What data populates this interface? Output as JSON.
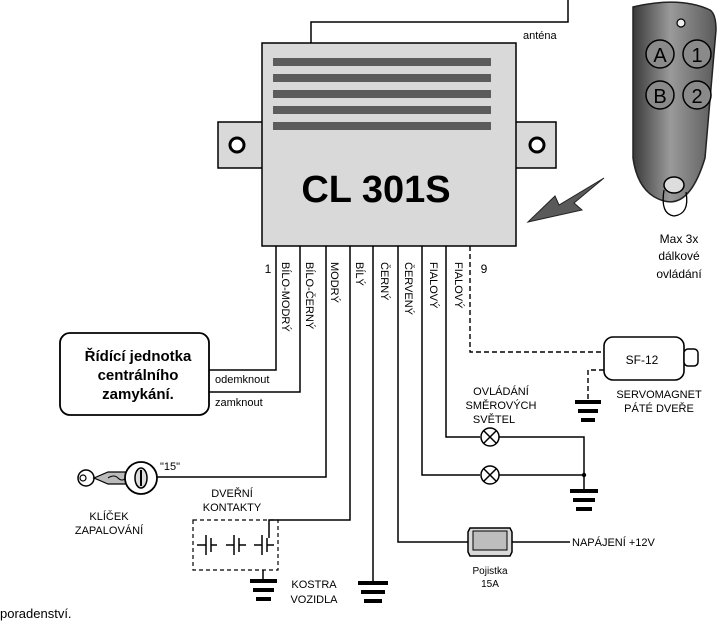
{
  "antenna": "anténa",
  "unit": {
    "name": "CL 301S"
  },
  "pins": {
    "first": "1",
    "last": "9"
  },
  "wires": [
    "BÍLO-MODRÝ",
    "BÍLO-ČERNÝ",
    "MODRÝ",
    "BÍLÝ",
    "ČERNÝ",
    "ČERVENÝ",
    "FIALOVÝ",
    "FIALOVÝ"
  ],
  "remote": {
    "buttons": [
      "A",
      "1",
      "B",
      "2"
    ],
    "caption": [
      "Max 3x",
      "dálkové",
      "ovládání"
    ]
  },
  "central_unit": [
    "Řídící jednotka",
    "centrálního",
    "zamykání."
  ],
  "unlock": "odemknout",
  "lock": "zamknout",
  "ignition": {
    "terminal": "\"15\"",
    "label": [
      "KLÍČEK",
      "ZAPALOVÁNÍ"
    ]
  },
  "door_contacts": [
    "DVEŘNÍ",
    "KONTAKTY"
  ],
  "ground": [
    "KOSTRA",
    "VOZIDLA"
  ],
  "fuse": [
    "Pojistka",
    "15A"
  ],
  "power": "NAPÁJENÍ +12V",
  "servo": {
    "name": "SF-12",
    "label": [
      "SERVOMAGNET",
      "PÁTÉ DVEŘE"
    ]
  },
  "signals": [
    "OVLÁDÁNÍ",
    "SMĚROVÝCH",
    "SVĚTEL"
  ],
  "footer": "poradenství."
}
